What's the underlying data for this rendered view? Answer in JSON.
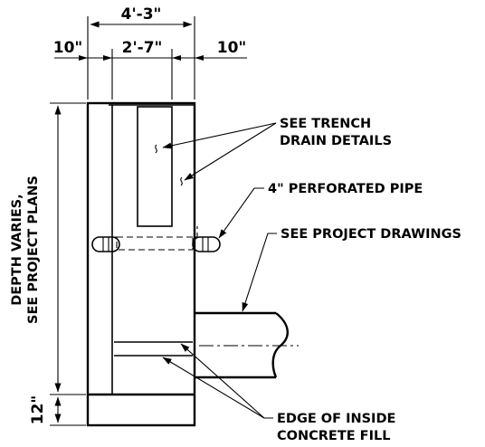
{
  "dimensions": {
    "overall_width": "4'-3\"",
    "inner_width": "2'-7\"",
    "left_wall": "10\"",
    "right_wall": "10\"",
    "base_thickness": "12\""
  },
  "labels": {
    "depth_line1": "DEPTH VARIES,",
    "depth_line2": "SEE PROJECT PLANS",
    "trench_line1": "SEE TRENCH",
    "trench_line2": "DRAIN DETAILS",
    "perforated_pipe": "4\" PERFORATED PIPE",
    "project_drawings": "SEE PROJECT DRAWINGS",
    "fill_line1": "EDGE OF INSIDE",
    "fill_line2": "CONCRETE FILL"
  }
}
